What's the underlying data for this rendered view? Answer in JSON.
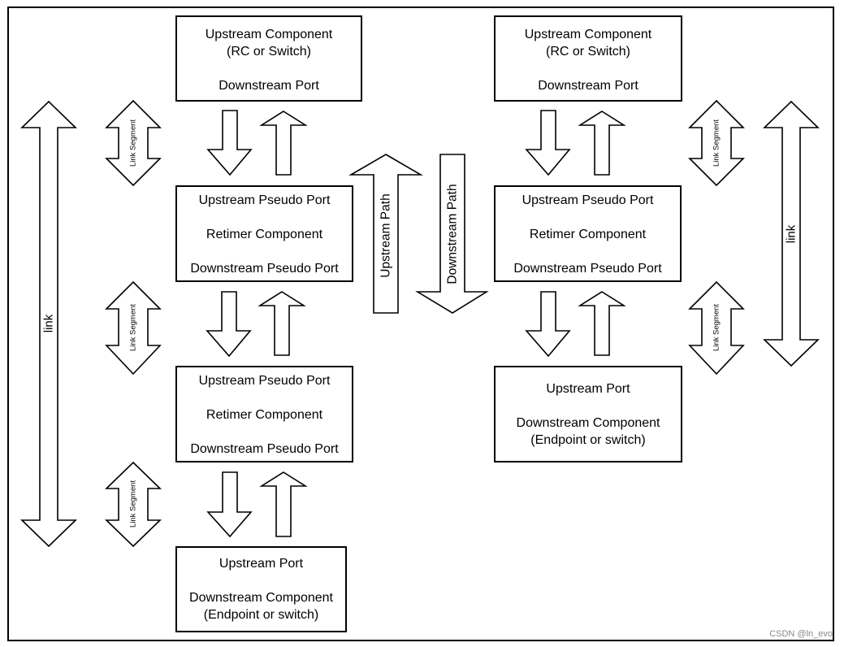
{
  "diagram": {
    "left": {
      "upstream_component": {
        "line1": "Upstream Component",
        "line2": "(RC or Switch)",
        "line3": "Downstream Port"
      },
      "retimer_1": {
        "line1": "Upstream Pseudo Port",
        "line2": "Retimer Component",
        "line3": "Downstream Pseudo Port"
      },
      "retimer_2": {
        "line1": "Upstream Pseudo Port",
        "line2": "Retimer Component",
        "line3": "Downstream Pseudo Port"
      },
      "downstream_component": {
        "line1": "Upstream Port",
        "line2": "Downstream Component",
        "line3": "(Endpoint or switch)"
      },
      "link_label": "link",
      "segment_labels": [
        "Link Segment",
        "Link Segment",
        "Link Segment"
      ]
    },
    "right": {
      "upstream_component": {
        "line1": "Upstream Component",
        "line2": "(RC or Switch)",
        "line3": "Downstream Port"
      },
      "retimer_1": {
        "line1": "Upstream Pseudo Port",
        "line2": "Retimer Component",
        "line3": "Downstream Pseudo Port"
      },
      "downstream_component": {
        "line1": "Upstream Port",
        "line2": "Downstream Component",
        "line3": "(Endpoint or switch)"
      },
      "link_label": "link",
      "segment_labels": [
        "Link Segment",
        "Link Segment"
      ]
    },
    "paths": {
      "upstream": "Upstream Path",
      "downstream": "Downstream Path"
    }
  },
  "watermark": "CSDN @ln_evo"
}
